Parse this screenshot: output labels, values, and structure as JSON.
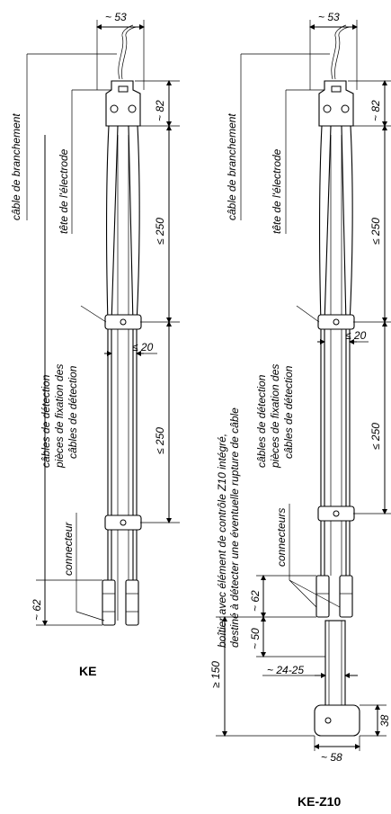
{
  "left": {
    "title": "KE",
    "labels": {
      "cable": "câble de branchement",
      "head": "tête de l'électrode",
      "detect1": "câbles de détection",
      "fix1": "pièces de fixation des",
      "fix2": "câbles de détection",
      "connector": "connecteur"
    },
    "dims": {
      "width_top": "~ 53",
      "head_h": "~ 82",
      "seg1": "≤ 250",
      "gap": "≤ 20",
      "seg2": "≤ 250",
      "conn": "~ 62"
    }
  },
  "right": {
    "title": "KE-Z10",
    "labels": {
      "cable": "câble de branchement",
      "head": "tête de l'électrode",
      "detect1": "câbles de détection",
      "fix1": "pièces de fixation des",
      "fix2": "câbles de détection",
      "connector": "connecteurs",
      "box1": "boîtier avec élément de contrôle Z10 intégré,",
      "box2": "destiné à détecter une éventuelle rupture de câble"
    },
    "dims": {
      "width_top": "~ 53",
      "head_h": "~ 82",
      "seg1": "≤ 250",
      "gap": "≤ 20",
      "seg2": "≤ 250",
      "conn": "~ 62",
      "conn2": "~ 50",
      "total": "≥ 150",
      "tube": "~ 24-25",
      "box_h": "38",
      "box_w": "~ 58"
    }
  }
}
